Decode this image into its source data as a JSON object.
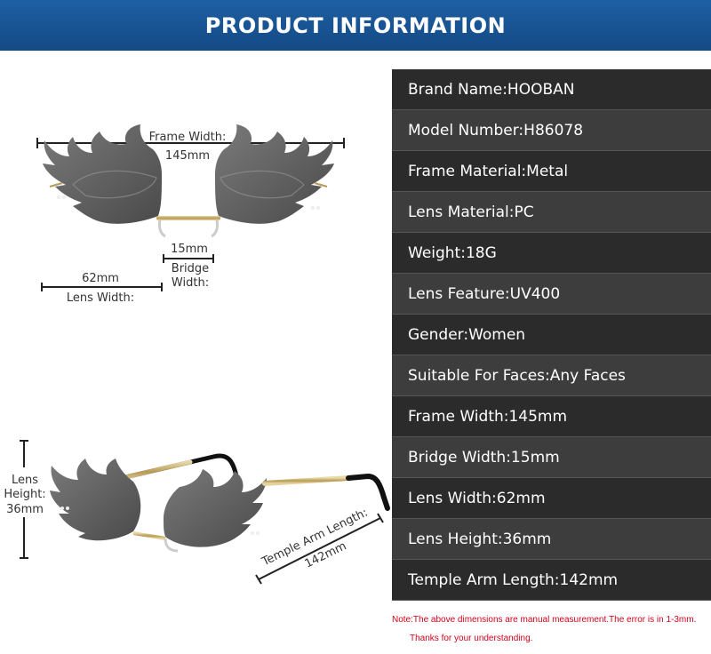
{
  "banner": {
    "title": "PRODUCT INFORMATION"
  },
  "specs": [
    "Brand Name:HOOBAN",
    "Model Number:H86078",
    "Frame Material:Metal",
    "Lens Material:PC",
    "Weight:18G",
    "Lens Feature:UV400",
    "Gender:Women",
    "Suitable For Faces:Any Faces",
    "Frame Width:145mm",
    "Bridge Width:15mm",
    "Lens Width:62mm",
    "Lens Height:36mm",
    "Temple Arm Length:142mm"
  ],
  "front_view": {
    "frame_width_label": "Frame Width:",
    "frame_width_value": "145mm",
    "bridge_value": "15mm",
    "bridge_label_1": "Bridge",
    "bridge_label_2": "Width:",
    "lens_width_value": "62mm",
    "lens_width_label": "Lens Width:"
  },
  "side_view": {
    "lens_label_1": "Lens",
    "lens_label_2": "Height:",
    "lens_label_3": "36mm",
    "temple_label": "Temple Arm Length:",
    "temple_value": "142mm"
  },
  "note": {
    "line1": "Note:The above dimensions are manual measurement.The error is in 1-3mm.",
    "line2": "Thanks for your understanding."
  }
}
